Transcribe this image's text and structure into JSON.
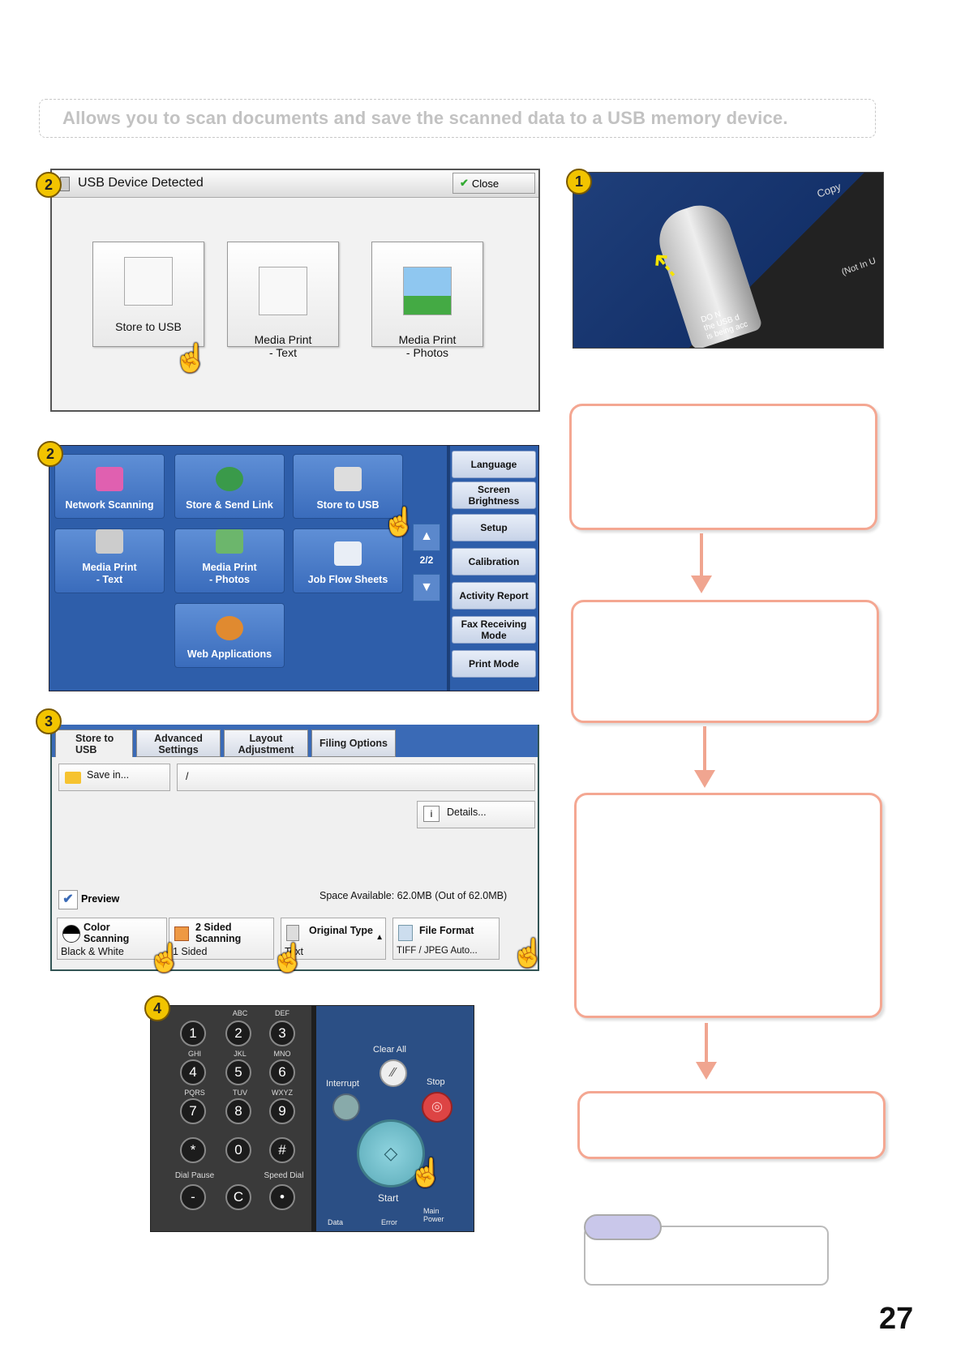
{
  "intro": "Allows you to scan documents and save the scanned data to a USB memory device.",
  "steps": {
    "s1": "1",
    "s2a": "2",
    "s2b": "2",
    "s3": "3",
    "s4": "4"
  },
  "panel1": {
    "title": "USB Device Detected",
    "close": "Close",
    "tiles": [
      "Store to USB",
      "Media Print\n- Text",
      "Media Print\n- Photos"
    ]
  },
  "photo": {
    "copy": "Copy",
    "notin": "(Not In U",
    "warn": "DO N\nthe USB d\nis being acc"
  },
  "panel2": {
    "buttons": [
      "Network Scanning",
      "Store & Send Link",
      "Store to USB",
      "Media Print\n- Text",
      "Media Print\n- Photos",
      "Job Flow Sheets",
      "Web Applications"
    ],
    "page": "2/2",
    "side": [
      "Language",
      "Screen\nBrightness",
      "Setup",
      "Calibration",
      "Activity Report",
      "Fax Receiving\nMode",
      "Print Mode"
    ]
  },
  "panel3": {
    "tabs": [
      "Store to\nUSB",
      "Advanced\nSettings",
      "Layout\nAdjustment",
      "Filing Options"
    ],
    "save_in": "Save in...",
    "path": "/",
    "details": "Details...",
    "preview": "Preview",
    "space": "Space Available: 62.0MB (Out of 62.0MB)",
    "opts": [
      {
        "label": "Color\nScanning",
        "value": "Black & White"
      },
      {
        "label": "2 Sided\nScanning",
        "value": "1 Sided"
      },
      {
        "label": "Original Type",
        "value": "Text"
      },
      {
        "label": "File Format",
        "value": "TIFF / JPEG Auto..."
      }
    ]
  },
  "panel4": {
    "keys": [
      "1",
      "2",
      "3",
      "4",
      "5",
      "6",
      "7",
      "8",
      "9",
      "*",
      "0",
      "#",
      "-",
      "C",
      "•"
    ],
    "letters": [
      "ABC",
      "DEF",
      "GHI",
      "JKL",
      "MNO",
      "PQRS",
      "TUV",
      "WXYZ"
    ],
    "dial_pause": "Dial Pause",
    "speed_dial": "Speed Dial",
    "clear_all": "Clear All",
    "interrupt": "Interrupt",
    "stop": "Stop",
    "start": "Start",
    "data": "Data",
    "error": "Error",
    "main_power": "Main\nPower"
  },
  "page_number": "27"
}
